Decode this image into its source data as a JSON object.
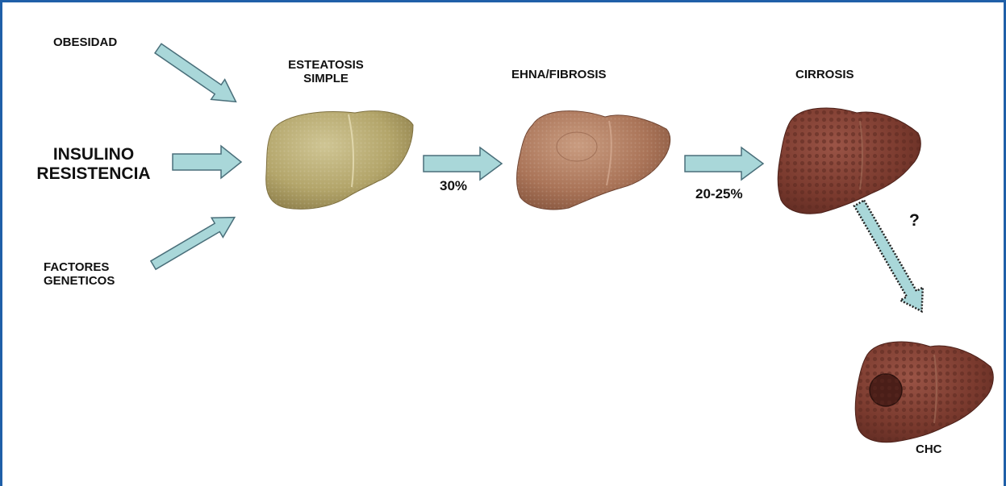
{
  "factors": {
    "obesity": "OBESIDAD",
    "insulin_line1": "INSULINO",
    "insulin_line2": "RESISTENCIA",
    "genetic_line1": "FACTORES",
    "genetic_line2": "GENETICOS"
  },
  "stages": {
    "steatosis_line1": "ESTEATOSIS",
    "steatosis_line2": "SIMPLE",
    "nash": "EHNA/FIBROSIS",
    "cirrhosis": "CIRROSIS",
    "hcc": "CHC"
  },
  "transitions": {
    "steatosis_to_nash": "30%",
    "nash_to_cirrhosis": "20-25%",
    "cirrhosis_to_hcc": "?"
  },
  "colors": {
    "frame": "#1f5fa8",
    "arrow_fill": "#a9d7d9",
    "arrow_stroke": "#4a6f7a",
    "liver_steatosis": "#b7aa72",
    "liver_nash": "#b07a5c",
    "liver_cirrhosis": "#7a3b30"
  }
}
